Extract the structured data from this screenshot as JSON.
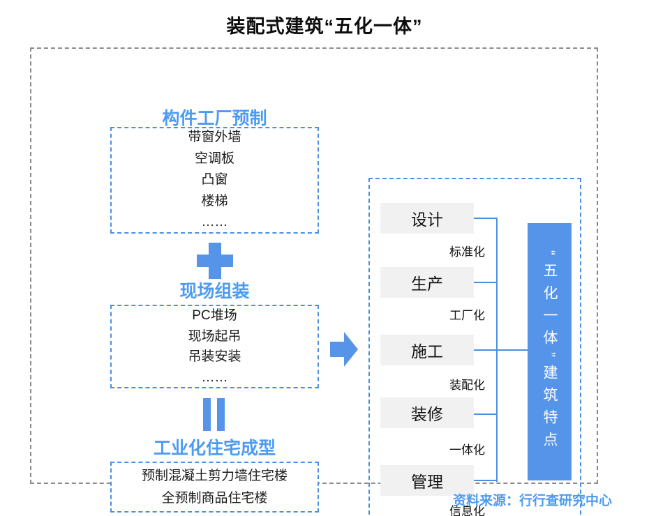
{
  "title": "装配式建筑“五化一体”",
  "left": {
    "sections": [
      {
        "heading": "构件工厂预制",
        "items": [
          "带窗外墙",
          "空调板",
          "凸窗",
          "楼梯",
          "……"
        ]
      },
      {
        "heading": "现场组装",
        "items": [
          "PC堆场",
          "现场起吊",
          "吊装安装",
          "……"
        ]
      },
      {
        "heading": "工业化住宅成型",
        "items": [
          "预制混凝土剪力墙住宅楼",
          "全预制商品住宅楼"
        ]
      }
    ],
    "operators": [
      "plus",
      "equals"
    ]
  },
  "right": {
    "stages": [
      {
        "name": "设计",
        "label": "标准化"
      },
      {
        "name": "生产",
        "label": "工厂化"
      },
      {
        "name": "施工",
        "label": "装配化"
      },
      {
        "name": "装修",
        "label": "一体化"
      },
      {
        "name": "管理",
        "label": "信息化"
      }
    ],
    "result_box": "“五化一体”建筑特点"
  },
  "footer": {
    "source": "资料来源：行行查研究中心"
  },
  "colors": {
    "accent_text": "#4d9bf0",
    "shape_blue": "#5594e9",
    "line_blue": "#4a90e2",
    "dashed_gray": "#8c8c8c",
    "stage_box_bg": "#f1f1f1",
    "result_text": "#ffffff"
  }
}
